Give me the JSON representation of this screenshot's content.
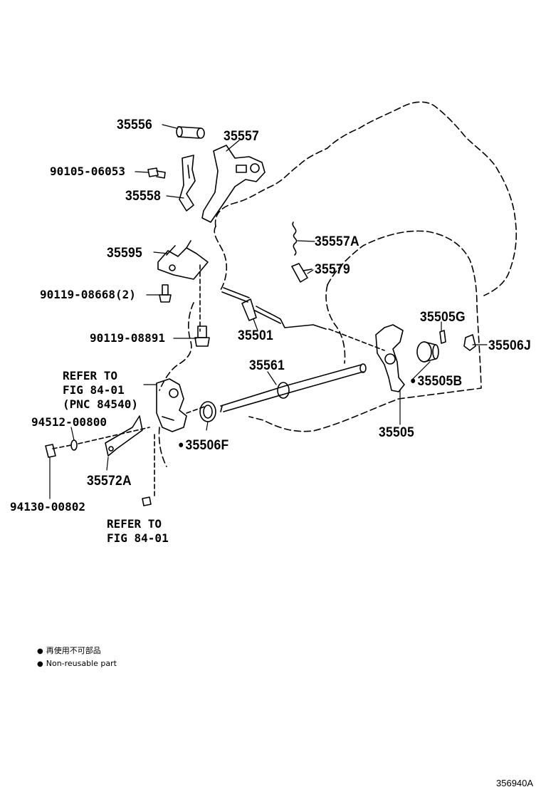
{
  "parts": {
    "p35556": "35556",
    "p35557": "35557",
    "p90105_06053": "90105-06053",
    "p35558": "35558",
    "p35557A": "35557A",
    "p35595": "35595",
    "p35579": "35579",
    "p90119_08668": "90119-08668(2)",
    "p35501": "35501",
    "p35505G": "35505G",
    "p90119_08891": "90119-08891",
    "p35506J": "35506J",
    "p35561": "35561",
    "p35505B": "35505B",
    "p35506F": "35506F",
    "p94512_00800": "94512-00800",
    "p35505": "35505",
    "p35572A": "35572A",
    "p94130_00802": "94130-00802"
  },
  "refer1": {
    "line1": "REFER TO",
    "line2": "FIG 84-01",
    "line3": "(PNC 84540)"
  },
  "refer2": {
    "line1": "REFER TO",
    "line2": "FIG 84-01"
  },
  "legend": {
    "jp": "再使用不可部品",
    "en": "Non-reusable part"
  },
  "figure_id": "356940A"
}
